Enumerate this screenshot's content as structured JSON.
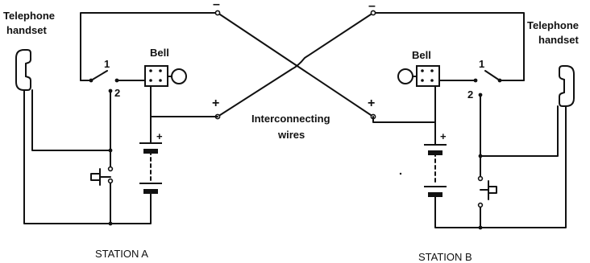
{
  "labels": {
    "handset_a": [
      "Telephone",
      "handset"
    ],
    "handset_b": [
      "Telephone",
      "handset"
    ],
    "bell_a": "Bell",
    "bell_b": "Bell",
    "interconnect": [
      "Interconnecting",
      "wires"
    ],
    "station_a": "STATION A",
    "station_b": "STATION B",
    "term1_a": "1",
    "term2_a": "2",
    "term1_b": "1",
    "term2_b": "2",
    "minus_a": "–",
    "minus_b": "–",
    "plus_a": "+",
    "plus_b": "+",
    "batt_plus_a": "+",
    "batt_plus_b": "+"
  },
  "colors": {
    "ink": "#111111",
    "paper": "#ffffff"
  }
}
